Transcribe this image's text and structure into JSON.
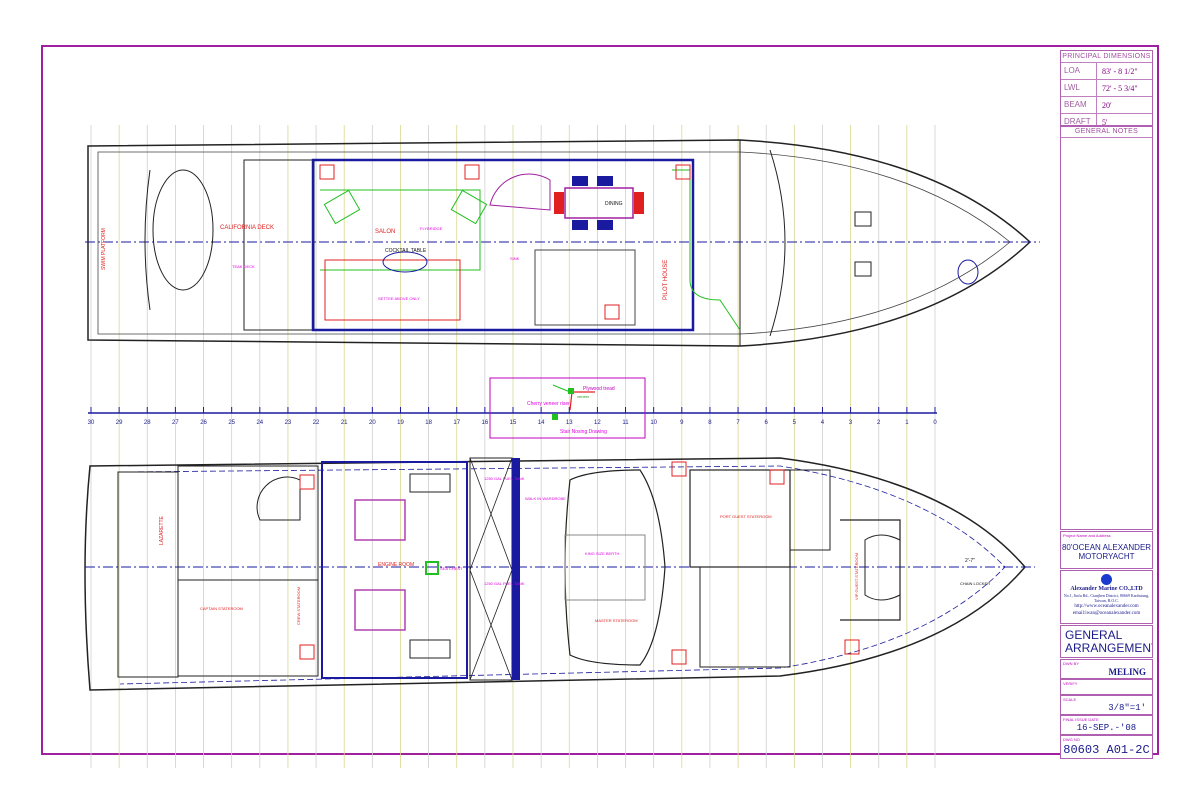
{
  "principal_dimensions": {
    "title": "PRINCIPAL DIMENSIONS",
    "rows": [
      {
        "label": "LOA",
        "value": "83' - 8 1/2\""
      },
      {
        "label": "LWL",
        "value": "72' - 5 3/4\""
      },
      {
        "label": "BEAM",
        "value": "20'"
      },
      {
        "label": "DRAFT",
        "value": "5'"
      }
    ],
    "general_notes": "GENERAL NOTES"
  },
  "title_block": {
    "project_label": "Project Name and Address",
    "project_name": "80'OCEAN ALEXANDER MOTORYACHT",
    "company": "Alexander Marine CO.,LTD",
    "address": "No.1, Jinfu Rd., Cianjhen District, 80669 Kaohsiung, Taiwan, R.O.C.",
    "website": "http://www.oceanalexander.com",
    "email": "email:iwan@oceanalexander.com",
    "drawing_title": "GENERAL ARRANGEMENT",
    "drawn_by_label": "DWN BY",
    "drawn_by": "MELING",
    "verified_label": "VERIFY",
    "scale_label": "SCALE",
    "scale": "3/8\"=1'",
    "issue_date_label": "FINAL ISSUE DATE",
    "issue_date": "16-SEP.-'08",
    "dwg_no_label": "DWG NO",
    "dwg_no": "80603  A01-2C"
  },
  "stations": [
    "30",
    "29",
    "28",
    "27",
    "26",
    "25",
    "24",
    "23",
    "22",
    "21",
    "20",
    "19",
    "18",
    "17",
    "16",
    "15",
    "14",
    "13",
    "12",
    "11",
    "10",
    "9",
    "8",
    "7",
    "6",
    "5",
    "4",
    "3",
    "2",
    "1",
    "0"
  ],
  "upper_deck": {
    "labels": {
      "california_deck": "CALIFORNIA DECK",
      "salon": "SALON",
      "cocktail_table": "COCKTAIL TABLE",
      "dining": "DINING",
      "pilot_house": "PILOT HOUSE",
      "teak_deck": "TEAK DECK",
      "swim_platform": "SWIM PLATFORM",
      "settee": "SETTEE ABOVE ONLY",
      "flybridge": "FLYBRIDGE",
      "sink": "SINK"
    }
  },
  "detail": {
    "plywood": "Plywood tread",
    "veneer": "veneer",
    "cherry": "Cherry veneer riser",
    "stair": "Stair Nosing Drawing"
  },
  "lower_deck": {
    "labels": {
      "lazarette": "LAZARETTE",
      "engine_room": "ENGINE ROOM",
      "sea_chest": "SEA CHEST",
      "captain": "CAPTAIN STATEROOM",
      "crew": "CREW STATEROOM",
      "tank_fwd": "1250 GAL FUEL TANK",
      "tank_aft": "1250 GAL FUEL TANK",
      "master": "MASTER STATEROOM",
      "king_berth": "KING SIZE BERTH",
      "port_guest": "PORT GUEST STATEROOM",
      "vip_guest": "VIP GUEST STATEROOM",
      "chain_locker": "CHAIN LOCKER",
      "bow_dim": "2'-7\"",
      "walk_in": "WALK IN WARDROBE"
    }
  },
  "colors": {
    "frame": "#a020a0",
    "hull": "#1a1a1a",
    "center": "#1a1aa0",
    "annot": "#e000e0",
    "red": "#e02020",
    "green": "#20c020",
    "grid": "#d8d890"
  }
}
